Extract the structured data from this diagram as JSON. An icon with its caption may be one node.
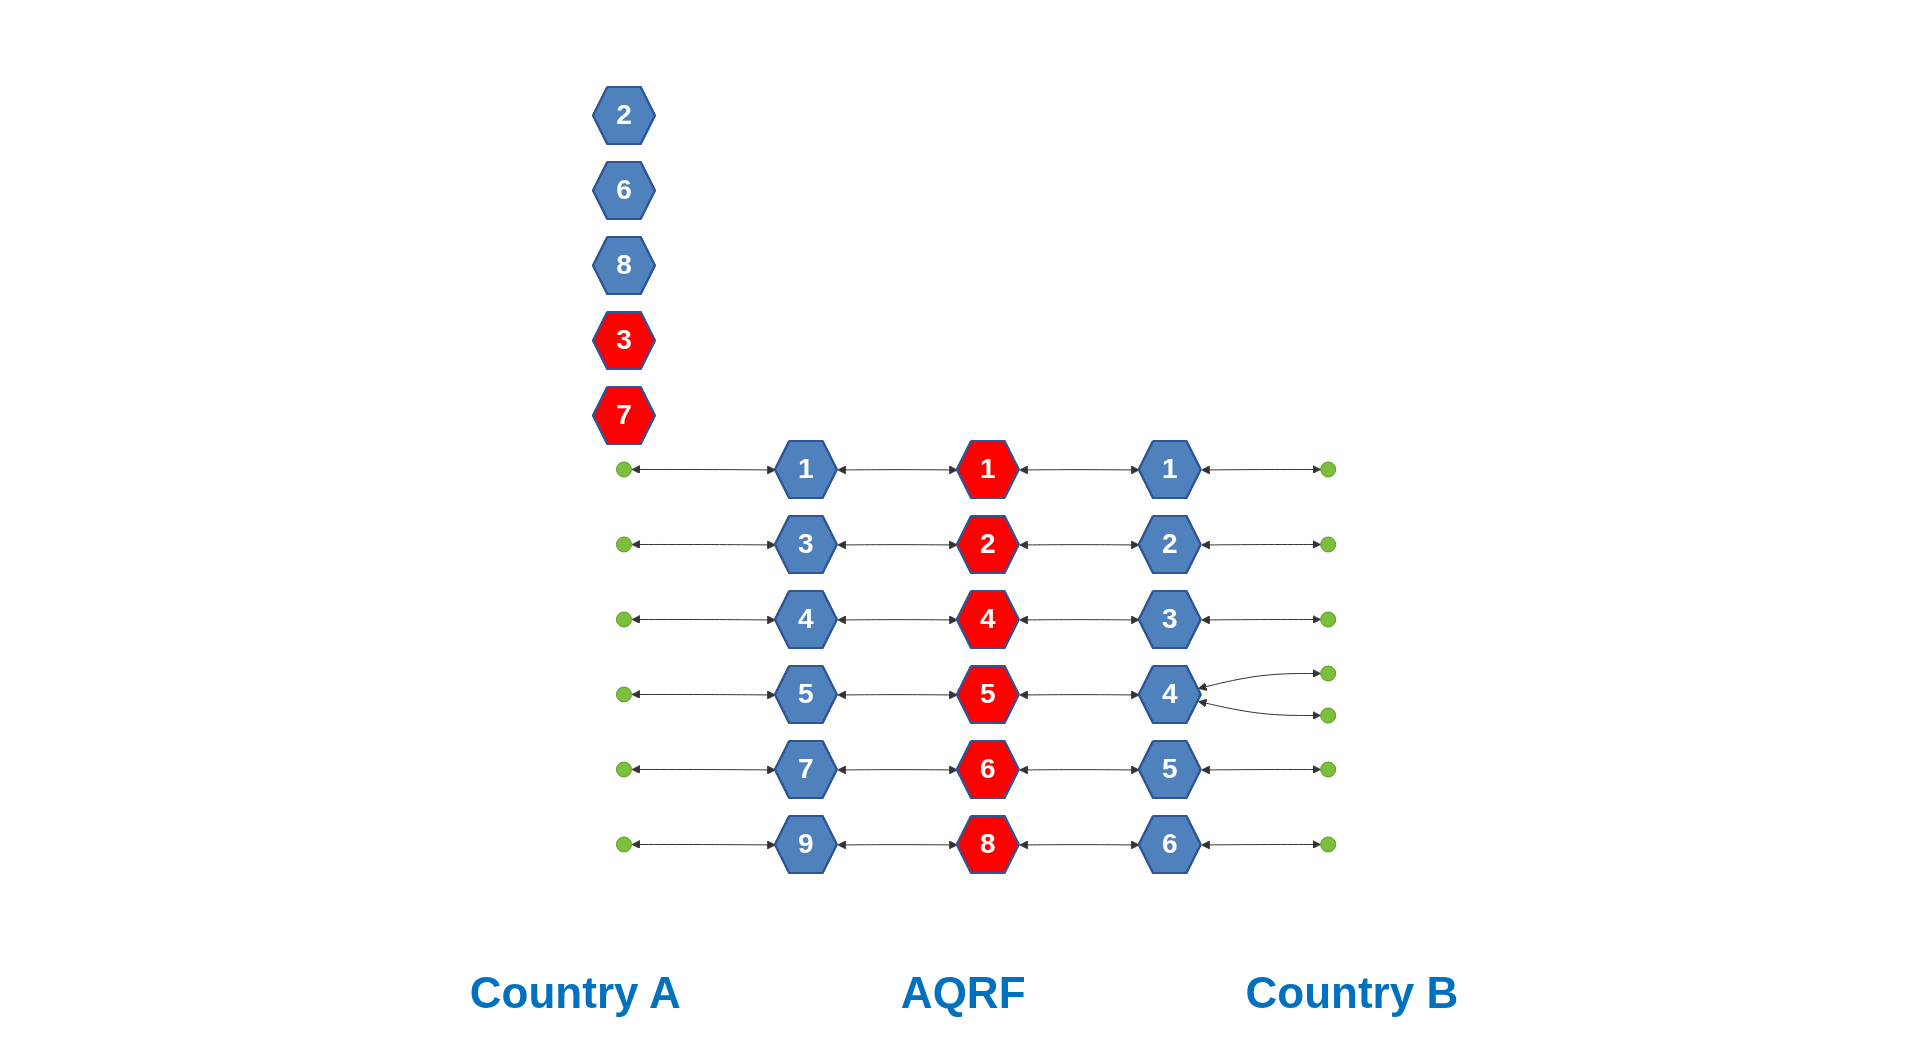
{
  "diagram": {
    "nodes": [
      {
        "text": [
          "1"
        ]
      },
      {
        "text": [
          "2"
        ]
      },
      {
        "text": [
          "3"
        ]
      },
      {
        "text": [
          "4"
        ]
      },
      {
        "text": [
          "5"
        ]
      },
      {
        "text": [
          "6"
        ]
      },
      {
        "text": [
          "7"
        ]
      },
      {
        "text": [
          "8"
        ]
      },
      {
        "text": [
          "9"
        ]
      },
      {
        "text": [
          "1"
        ]
      },
      {
        "text": [
          "2"
        ]
      },
      {
        "text": [
          "3"
        ]
      },
      {
        "text": [
          "4"
        ]
      },
      {
        "text": [
          "5"
        ]
      },
      {
        "text": [
          "6"
        ]
      },
      {
        "text": [
          "7"
        ]
      },
      {
        "text": [
          "8"
        ]
      },
      {
        "text": [
          "1"
        ]
      },
      {
        "text": [
          "2"
        ]
      },
      {
        "text": [
          "3"
        ]
      },
      {
        "text": [
          "4"
        ]
      },
      {
        "text": [
          "5"
        ]
      },
      {
        "text": [
          "6"
        ]
      },
      {
        "text": [],
        "shape": "circle"
      },
      {
        "text": [],
        "shape": "circle"
      },
      {
        "text": [],
        "shape": "circle"
      },
      {
        "text": [],
        "shape": "circle"
      },
      {
        "text": [],
        "shape": "circle"
      },
      {
        "text": [],
        "shape": "circle"
      },
      {
        "text": [],
        "shape": "circle"
      },
      {
        "text": [],
        "shape": "circle"
      },
      {
        "text": [],
        "shape": "circle"
      },
      {
        "text": [],
        "shape": "circle"
      },
      {
        "text": [],
        "shape": "circle"
      },
      {
        "text": [],
        "shape": "circle"
      },
      {
        "text": [],
        "shape": "circle"
      }
    ],
    "edges": [
      {
        "from": 23,
        "to": 0,
        "arrow": "both"
      },
      {
        "from": 0,
        "to": 9,
        "arrow": "both"
      },
      {
        "from": 9,
        "to": 17,
        "arrow": "both"
      },
      {
        "from": 17,
        "to": 29,
        "arrow": "both"
      },
      {
        "from": 24,
        "to": 2,
        "arrow": "both"
      },
      {
        "from": 2,
        "to": 10,
        "arrow": "both"
      },
      {
        "from": 10,
        "to": 18,
        "arrow": "both"
      },
      {
        "from": 18,
        "to": 30,
        "arrow": "both"
      },
      {
        "from": 25,
        "to": 3,
        "arrow": "both"
      },
      {
        "from": 3,
        "to": 12,
        "arrow": "both"
      },
      {
        "from": 12,
        "to": 19,
        "arrow": "both"
      },
      {
        "from": 19,
        "to": 31,
        "arrow": "both"
      },
      {
        "from": 26,
        "to": 4,
        "arrow": "both"
      },
      {
        "from": 4,
        "to": 13,
        "arrow": "both"
      },
      {
        "from": 13,
        "to": 20,
        "arrow": "both"
      },
      {
        "from": 20,
        "to": 32,
        "arrow": "both"
      },
      {
        "from": 20,
        "to": 33,
        "arrow": "both"
      },
      {
        "from": 27,
        "to": 6,
        "arrow": "both"
      },
      {
        "from": 6,
        "to": 14,
        "arrow": "both"
      },
      {
        "from": 14,
        "to": 21,
        "arrow": "both"
      },
      {
        "from": 21,
        "to": 34,
        "arrow": "both"
      },
      {
        "from": 28,
        "to": 8,
        "arrow": "both"
      },
      {
        "from": 8,
        "to": 16,
        "arrow": "both"
      },
      {
        "from": 16,
        "to": 22,
        "arrow": "both"
      },
      {
        "from": 22,
        "to": 35,
        "arrow": "both"
      }
    ],
    "labels": [
      "Country A",
      "AQRF",
      "Country B"
    ]
  }
}
